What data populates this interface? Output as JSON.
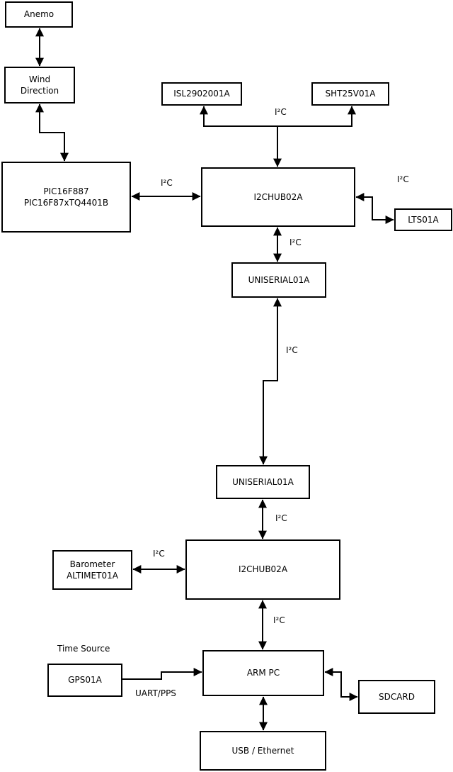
{
  "diagram": {
    "boxes": {
      "anemo": "Anemo",
      "wind_direction": "Wind\nDirection",
      "pic": "PIC16F887\nPIC16F87xTQ4401B",
      "isl": "ISL2902001A",
      "sht": "SHT25V01A",
      "hub1": "I2CHUB02A",
      "lts": "LTS01A",
      "uniserial1": "UNISERIAL01A",
      "uniserial2": "UNISERIAL01A",
      "hub2": "I2CHUB02A",
      "barometer": "Barometer\nALTIMET01A",
      "gps": "GPS01A",
      "armpc": "ARM PC",
      "sdcard": "SDCARD",
      "usb_ethernet": "USB / Ethernet"
    },
    "labels": {
      "i2c_pic_hub1": "I²C",
      "i2c_sensors": "I²C",
      "i2c_lts": "I²C",
      "i2c_hub1_uniserial1": "I²C",
      "i2c_uniserial_link": "I²C",
      "i2c_uniserial2_hub2": "I²C",
      "i2c_barometer_hub2": "I²C",
      "i2c_hub2_armpc": "I²C",
      "time_source": "Time Source",
      "uart_pps": "UART/PPS"
    },
    "colors": {
      "line": "#000000",
      "background": "#ffffff"
    }
  }
}
